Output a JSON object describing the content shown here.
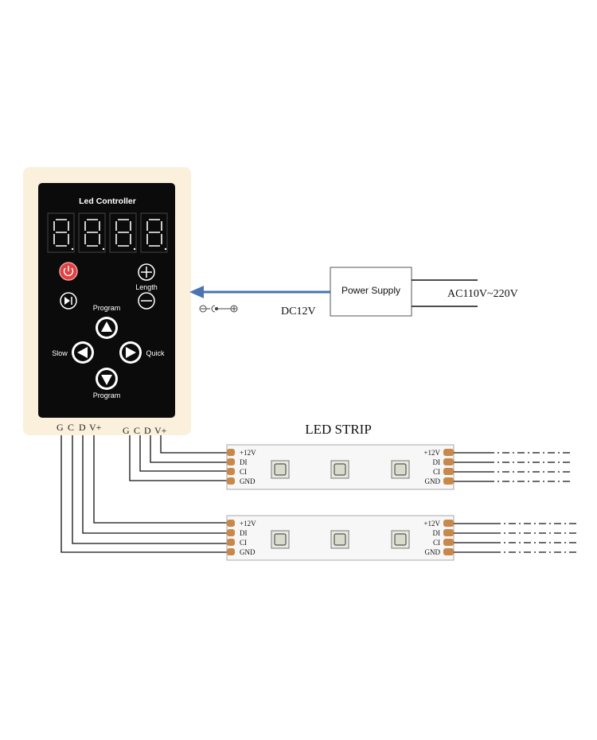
{
  "controller": {
    "title": "Led Controller",
    "digits": [
      "8",
      "8",
      "8",
      "8"
    ],
    "labels": {
      "length": "Length",
      "program_top": "Program",
      "program_bottom": "Program",
      "slow": "Slow",
      "quick": "Quick"
    },
    "terminals_left": [
      "G",
      "C",
      "D",
      "V+"
    ],
    "terminals_right": [
      "G",
      "C",
      "D",
      "V+"
    ]
  },
  "power": {
    "box_label": "Power Supply",
    "dc_label": "DC12V",
    "ac_label": "AC110V~220V"
  },
  "strip": {
    "title": "LED STRIP",
    "pins": [
      "+12V",
      "DI",
      "CI",
      "GND"
    ]
  },
  "colors": {
    "panel_bg": "#fbf0dc",
    "controller_face": "#0b0b0b",
    "power_button": "#e04040",
    "arrow_blue": "#4a74b0",
    "pad_copper": "#c9884a",
    "wire": "#111111"
  }
}
